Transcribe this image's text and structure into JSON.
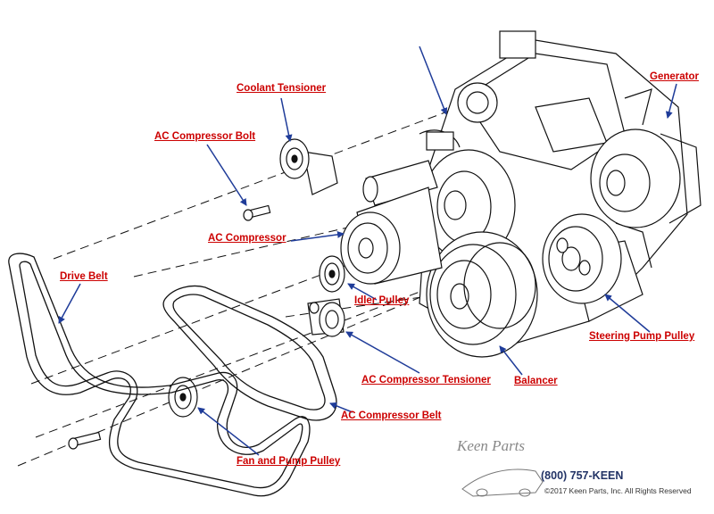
{
  "colors": {
    "label": "#cc0000",
    "arrow": "#1f3c99",
    "line": "#111111"
  },
  "labels": {
    "coolant_tensioner": "Coolant Tensioner",
    "ac_compressor_bolt": "AC Compressor Bolt",
    "ac_compressor": "AC Compressor",
    "drive_belt": "Drive Belt",
    "idler_pulley": "Idler Pulley",
    "ac_compressor_tensioner": "AC Compressor Tensioner",
    "ac_compressor_belt": "AC Compressor Belt",
    "fan_and_pump_pulley": "Fan and Pump Pulley",
    "balancer": "Balancer",
    "steering_pump_pulley": "Steering Pump Pulley",
    "generator": "Generator"
  },
  "branding": {
    "logo_text": "Keen Parts",
    "phone": "(800) 757-KEEN",
    "copyright": "©2017 Keen Parts, Inc. All Rights Reserved"
  }
}
